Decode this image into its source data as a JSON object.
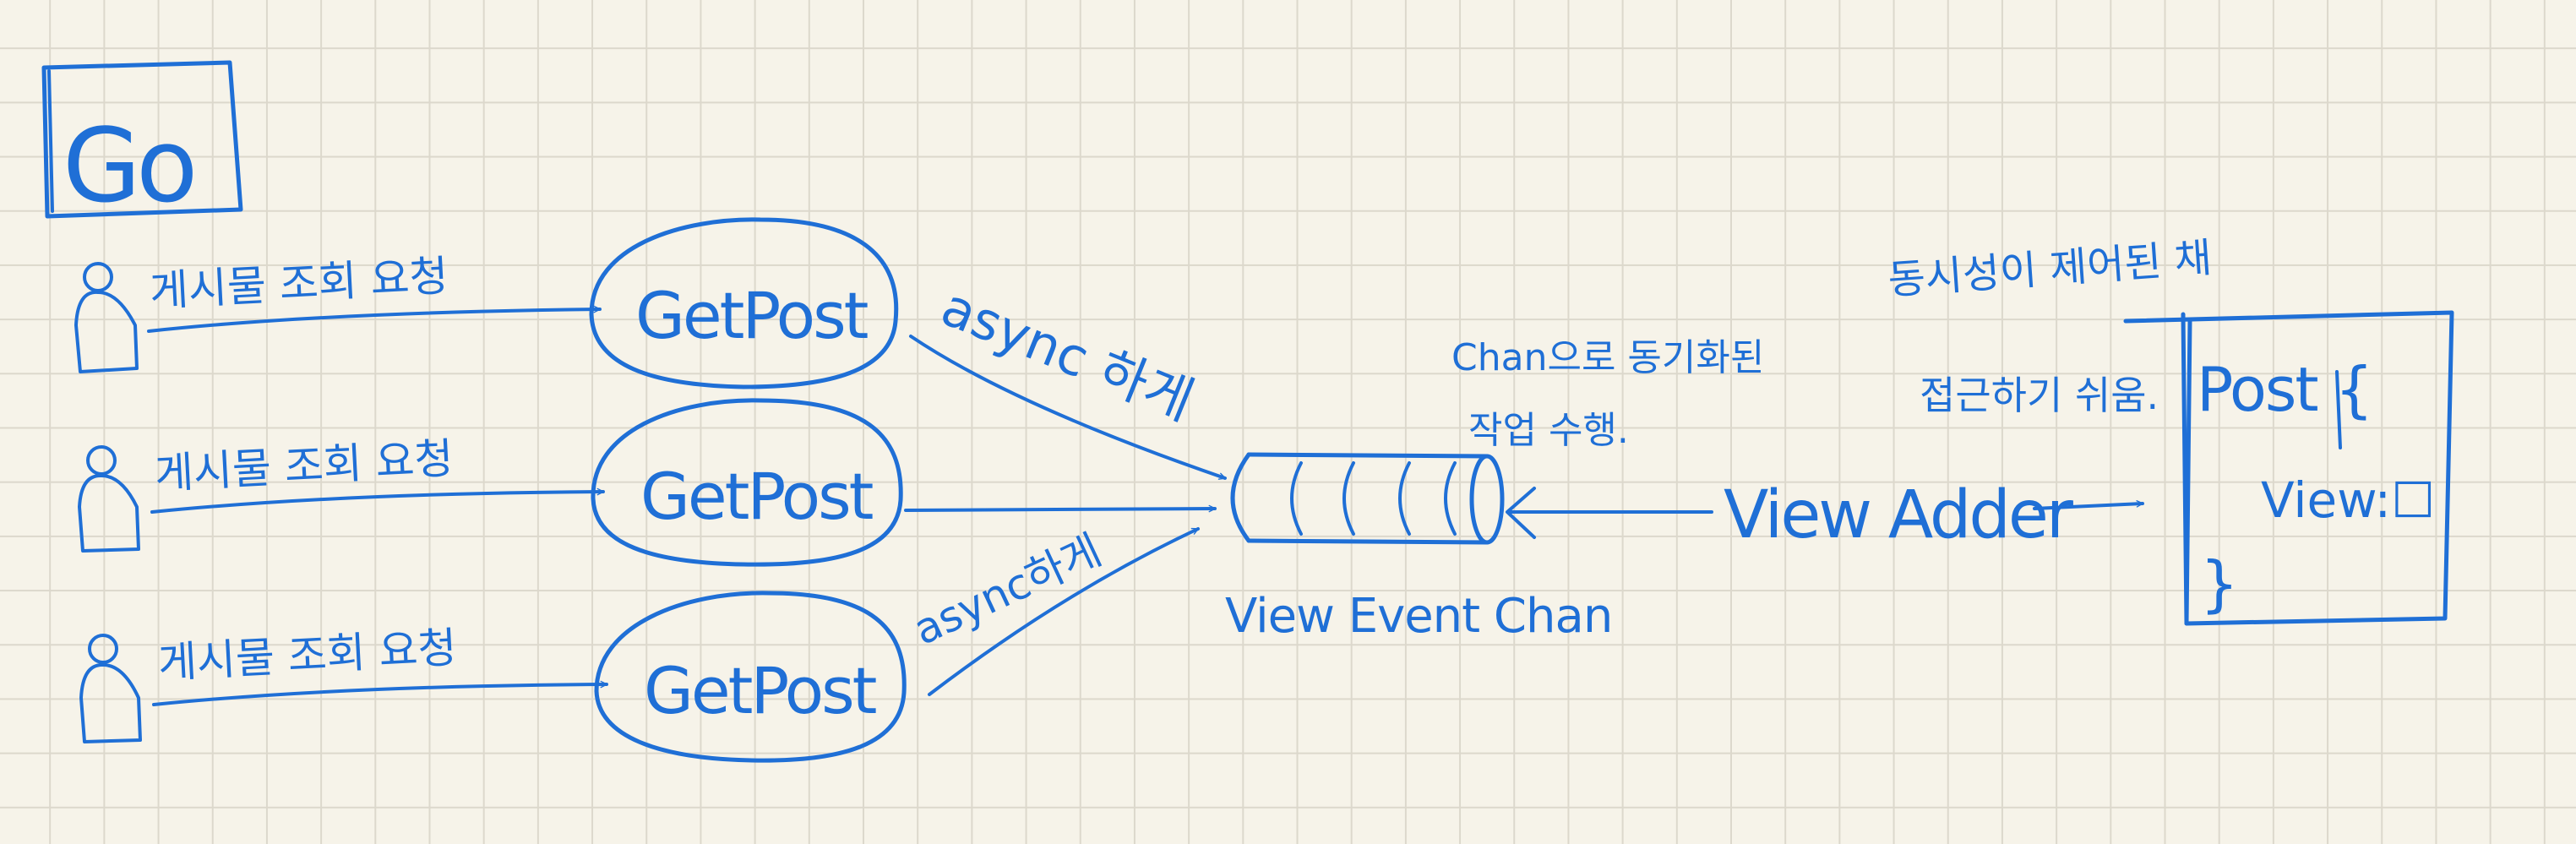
{
  "ink_color": "#1f6fd6",
  "paper_color": "#f6f3e9",
  "grid_color": "#dcd8cc",
  "title": "Go",
  "requests": [
    {
      "label": "게시물 조회 요청",
      "handler": "GetPost"
    },
    {
      "label": "게시물 조회 요청",
      "handler": "GetPost"
    },
    {
      "label": "게시물 조회 요청",
      "handler": "GetPost"
    }
  ],
  "async_labels": [
    "async 하게",
    "async하게"
  ],
  "channel": {
    "label": "View Event Chan",
    "note_line1": "Chan으로 동기화된",
    "note_line2": "작업 수행."
  },
  "adder": {
    "label": "View Adder"
  },
  "post_box": {
    "note_line1": "동시성이 제어된 채",
    "note_line2": "접근하기 쉬움.",
    "header": "Post {",
    "field": "View:☐",
    "footer": "}"
  }
}
